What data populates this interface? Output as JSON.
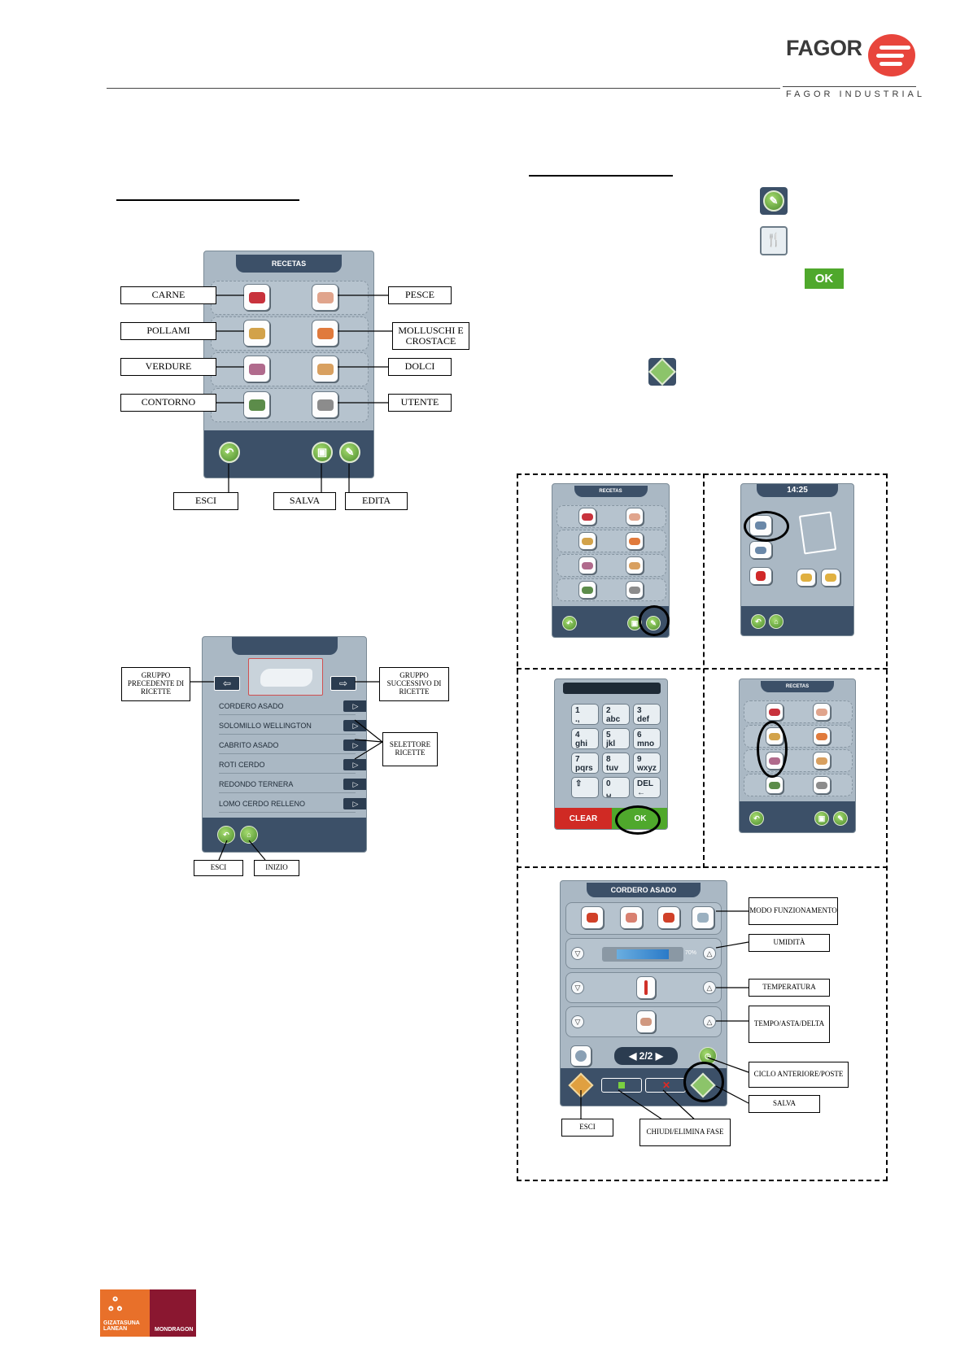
{
  "header": {
    "brand": "FAGOR",
    "brand_sub": "FAGOR INDUSTRIAL"
  },
  "recetas_screen": {
    "title": "RECETAS",
    "labels_left": [
      "CARNE",
      "POLLAMI",
      "VERDURE",
      "CONTORNO"
    ],
    "labels_right": [
      "PESCE",
      "MOLLUSCHI E CROSTACE",
      "DOLCI",
      "UTENTE"
    ],
    "bottom_labels": [
      "ESCI",
      "SALVA",
      "EDITA"
    ],
    "tile_colors": [
      "#c8323c",
      "#e0a48c",
      "#d2a24a",
      "#e07a3c",
      "#b06a8c",
      "#d8a060",
      "#5c8c4a",
      "#8c8c8c"
    ]
  },
  "recipe_list": {
    "prev_label": "GRUPPO PRECEDENTE DI RICETTE",
    "next_label": "GRUPPO SUCCESSIVO DI RICETTE",
    "selector_label": "SELETTORE RICETTE",
    "recipes": [
      "CORDERO ASADO",
      "SOLOMILLO WELLINGTON",
      "CABRITO ASADO",
      "ROTI CERDO",
      "REDONDO TERNERA",
      "LOMO CERDO RELLENO"
    ],
    "bottom_labels": [
      "ESCI",
      "INIZIO"
    ]
  },
  "right_intro": {
    "ok_label": "OK"
  },
  "panel_menu": {
    "time": "14:25"
  },
  "panel_keypad": {
    "keys": [
      [
        "1",
        ".,"
      ],
      [
        "2",
        "abc"
      ],
      [
        "3",
        "def"
      ],
      [
        "4",
        "ghi"
      ],
      [
        "5",
        "jkl"
      ],
      [
        "6",
        "mno"
      ],
      [
        "7",
        "pqrs"
      ],
      [
        "8",
        "tuv"
      ],
      [
        "9",
        "wxyz"
      ],
      [
        "⇧",
        ""
      ],
      [
        "0",
        "␣"
      ],
      [
        "DEL",
        "←"
      ]
    ],
    "clear": "CLEAR",
    "ok": "OK"
  },
  "panel_recetas_small": {
    "title": "RECETAS"
  },
  "edit_screen": {
    "title": "CORDERO ASADO",
    "page": "2/2",
    "humidity_value": "70%",
    "labels": [
      "MODO FUNZIONAMENTO",
      "UMIDITÀ",
      "TEMPERATURA",
      "TEMPO/ASTA/DELTA",
      "CICLO ANTERIORE/POSTE",
      "SALVA",
      "ESCI",
      "CHIUDI/ELIMINA FASE"
    ]
  },
  "footer": {
    "logo_left_text": "GIZATASUNA LANEAN",
    "logo_right_text": "MONDRAGON"
  }
}
